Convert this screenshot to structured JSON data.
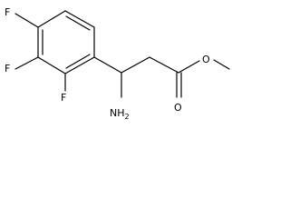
{
  "molecule": {
    "atoms": {
      "f_top": "F",
      "f_middle": "F",
      "f_bottom": "F",
      "amine": "NH",
      "amine_subscript": "2",
      "ether_oxygen": "O",
      "carbonyl_oxygen": "O"
    }
  }
}
